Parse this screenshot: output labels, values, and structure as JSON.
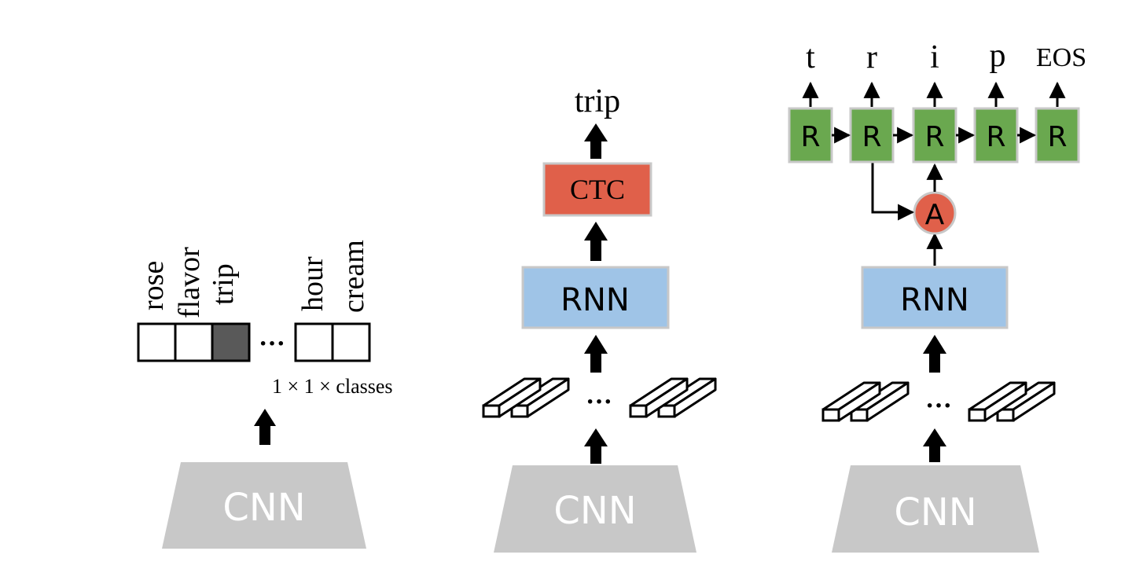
{
  "panel1": {
    "cnn_label": "CNN",
    "class_words": [
      "rose",
      "flavor",
      "trip",
      "hour",
      "cream"
    ],
    "ellipsis": "···",
    "dims_label": "1 × 1 × classes"
  },
  "panel2": {
    "cnn_label": "CNN",
    "rnn_label": "RNN",
    "ctc_label": "CTC",
    "output_label": "trip",
    "ellipsis": "···"
  },
  "panel3": {
    "cnn_label": "CNN",
    "rnn_label": "RNN",
    "attention_label": "A",
    "decoder_cells": [
      "R",
      "R",
      "R",
      "R",
      "R"
    ],
    "outputs": [
      "t",
      "r",
      "i",
      "p",
      "EOS"
    ],
    "ellipsis": "···"
  },
  "colors": {
    "cnn": "#c8c8c8",
    "rnn": "#9fc4e7",
    "ctc": "#e0604a",
    "decoder": "#6aa84f",
    "attention": "#e0604a",
    "filled_class": "#595959"
  }
}
